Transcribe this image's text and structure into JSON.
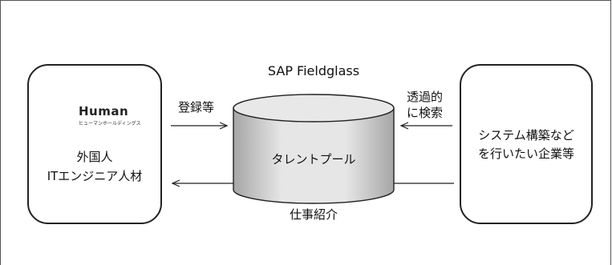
{
  "title": "SAP Fieldglass",
  "database": {
    "label": "タレントプール"
  },
  "left_entity": {
    "logo_text": "Human",
    "logo_subtext": "ヒューマンホールディングス",
    "line1": "外国人",
    "line2": "ITエンジニア人材"
  },
  "right_entity": {
    "line1": "システム構築など",
    "line2": "を行いたい企業等"
  },
  "arrows": {
    "register": "登録等",
    "search_line1": "透過的",
    "search_line2": "に検索",
    "job_intro": "仕事紹介"
  },
  "colors": {
    "logo_orange": "#e8912a",
    "logo_green": "#5aa646",
    "logo_red": "#d9453f",
    "logo_pink": "#e05a8a",
    "logo_purple": "#8a5fb0",
    "cylinder_fill": "#d9d9d9"
  }
}
